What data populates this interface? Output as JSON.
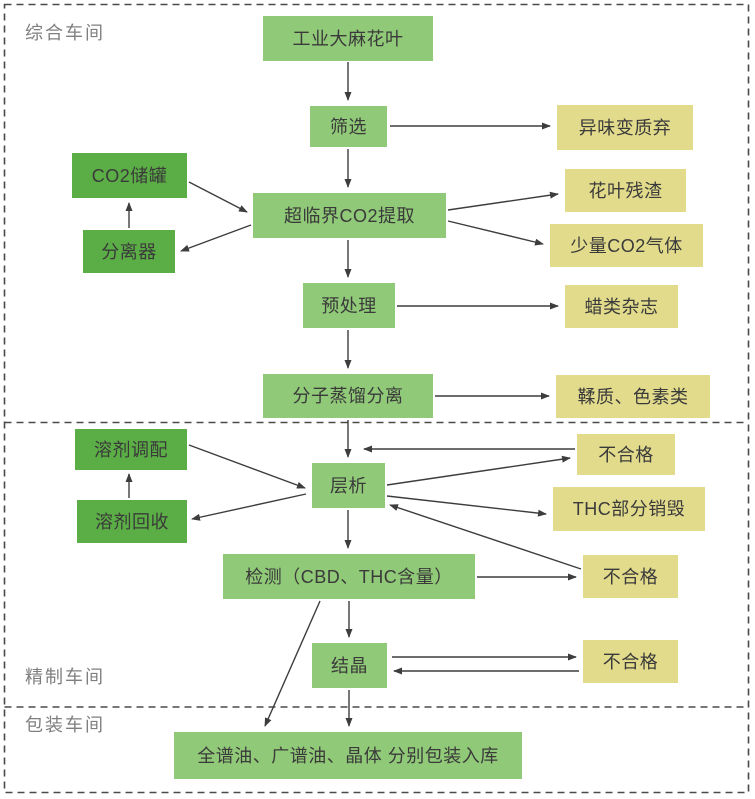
{
  "sections": [
    {
      "label": "综合车间"
    },
    {
      "label": "精制车间"
    },
    {
      "label": "包装车间"
    }
  ],
  "nodes": {
    "hemp": "工业大麻花叶",
    "screening": "筛选",
    "odor_discard": "异味变质弃",
    "co2_tank": "CO2储罐",
    "separator": "分离器",
    "supercritical": "超临界CO2提取",
    "leaf_residue": "花叶残渣",
    "co2_gas": "少量CO2气体",
    "pretreatment": "预处理",
    "wax_impurity": "蜡类杂志",
    "distillation": "分子蒸馏分离",
    "tannin_pigment": "鞣质、色素类",
    "solvent_prep": "溶剂调配",
    "solvent_recovery": "溶剂回收",
    "chromatography": "层析",
    "fail_top": "不合格",
    "thc_destroy": "THC部分销毁",
    "testing": "检测（CBD、THC含量）",
    "fail_mid": "不合格",
    "crystallization": "结晶",
    "fail_bottom": "不合格",
    "packaging": "全谱油、广谱油、晶体 分别包装入库"
  },
  "edges": [
    {
      "from": "工业大麻花叶",
      "to": "筛选"
    },
    {
      "from": "筛选",
      "to": "异味变质弃"
    },
    {
      "from": "筛选",
      "to": "超临界CO2提取"
    },
    {
      "from": "CO2储罐",
      "to": "超临界CO2提取"
    },
    {
      "from": "超临界CO2提取",
      "to": "分离器"
    },
    {
      "from": "分离器",
      "to": "CO2储罐"
    },
    {
      "from": "超临界CO2提取",
      "to": "花叶残渣"
    },
    {
      "from": "超临界CO2提取",
      "to": "少量CO2气体"
    },
    {
      "from": "超临界CO2提取",
      "to": "预处理"
    },
    {
      "from": "预处理",
      "to": "蜡类杂志"
    },
    {
      "from": "预处理",
      "to": "分子蒸馏分离"
    },
    {
      "from": "分子蒸馏分离",
      "to": "鞣质、色素类"
    },
    {
      "from": "分子蒸馏分离",
      "to": "层析"
    },
    {
      "from": "不合格(上)",
      "to": "层析"
    },
    {
      "from": "层析",
      "to": "不合格(上)"
    },
    {
      "from": "层析",
      "to": "THC部分销毁"
    },
    {
      "from": "不合格(中)",
      "to": "层析"
    },
    {
      "from": "溶剂调配",
      "to": "层析"
    },
    {
      "from": "层析",
      "to": "溶剂回收"
    },
    {
      "from": "溶剂回收",
      "to": "溶剂调配"
    },
    {
      "from": "层析",
      "to": "检测（CBD、THC含量）"
    },
    {
      "from": "检测（CBD、THC含量）",
      "to": "不合格(中)"
    },
    {
      "from": "检测（CBD、THC含量）",
      "to": "结晶"
    },
    {
      "from": "检测（CBD、THC含量）",
      "to": "全谱油、广谱油、晶体 分别包装入库"
    },
    {
      "from": "结晶",
      "to": "不合格(下)"
    },
    {
      "from": "不合格(下)",
      "to": "结晶"
    },
    {
      "from": "结晶",
      "to": "全谱油、广谱油、晶体 分别包装入库"
    }
  ],
  "colors": {
    "box-light": "#90C978",
    "box-dark": "#5BAD45",
    "box-yellow": "#E2DB8C",
    "box-text": "#3A3A3A",
    "section-label": "#7F7F7F",
    "line": "#3D3D3D"
  }
}
